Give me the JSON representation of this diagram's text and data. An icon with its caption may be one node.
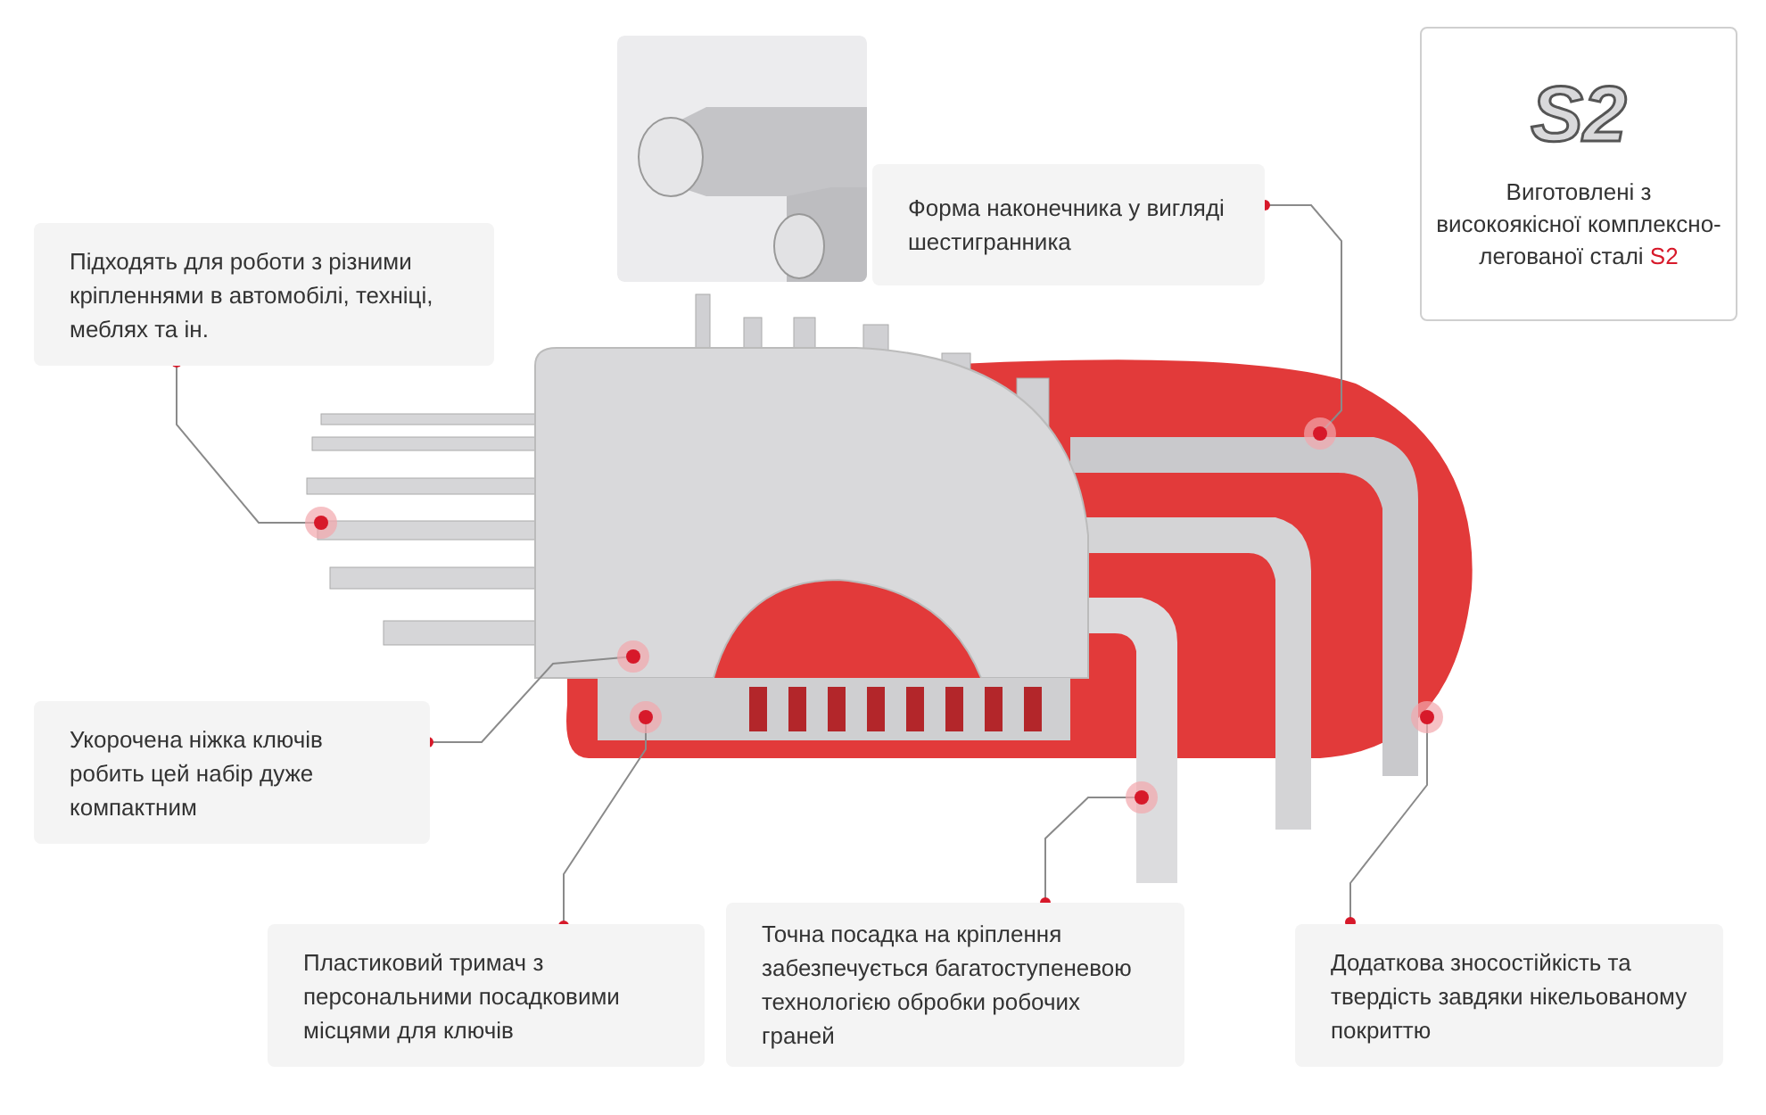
{
  "diagram": {
    "nodes": [
      {
        "text": [
          "Підходять для роботи з різними кріпленнями в автомобілі, техніці, меблях та ін."
        ]
      },
      {
        "text": [
          "Укорочена ніжка ключів робить цей набір дуже компактним"
        ]
      },
      {
        "text": [
          "Пластиковий тримач з персональними посадковими місцями для ключів"
        ]
      },
      {
        "text": [
          "Точна посадка на кріплення забезпечується багатоступеневою технологією обробки робочих граней"
        ]
      },
      {
        "text": [
          "Додаткова зносостійкість та твердість завдяки нікельованому покриттю"
        ]
      },
      {
        "text": [
          "Форма наконечника у вигляді шестигранника"
        ]
      },
      {
        "text": [
          "S2",
          "Виготовлені з високоякісної комплексно-легованої сталі",
          "S2"
        ]
      }
    ],
    "edges": [
      {
        "from": 0,
        "to": null,
        "arrow": "other"
      },
      {
        "from": 1,
        "to": null,
        "arrow": "other"
      },
      {
        "from": 2,
        "to": null,
        "arrow": "other"
      },
      {
        "from": 3,
        "to": null,
        "arrow": "other"
      },
      {
        "from": 4,
        "to": null,
        "arrow": "other"
      },
      {
        "from": 5,
        "to": null,
        "arrow": "other"
      }
    ]
  }
}
